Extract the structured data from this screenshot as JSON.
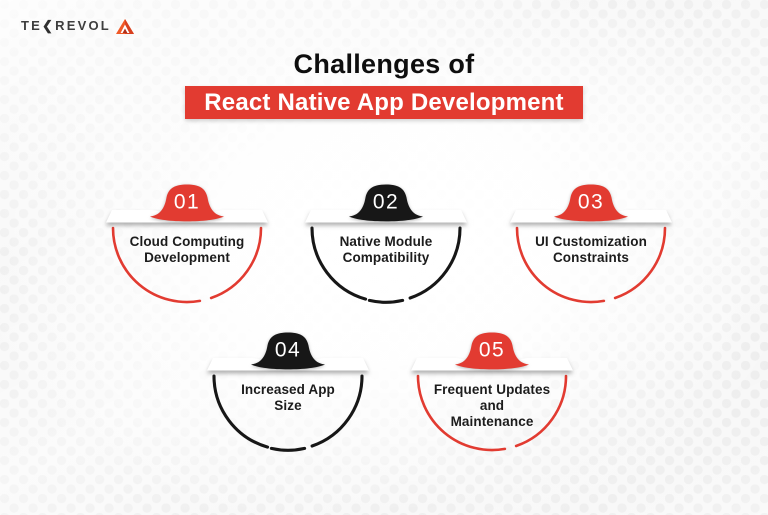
{
  "brand": {
    "logo_text_pre": "TE",
    "logo_k": "❮",
    "logo_text_post": "REVOL",
    "logo_icon": "tekrevol-triangle-icon",
    "logo_icon_color": "#f05a28"
  },
  "header": {
    "title": "Challenges of",
    "banner": "React Native App Development",
    "banner_color": "#e23b31",
    "title_color": "#0e0e0e"
  },
  "items": [
    {
      "number": "01",
      "color": "#e23b31",
      "lines": [
        "Cloud Computing",
        "Development"
      ]
    },
    {
      "number": "02",
      "color": "#171717",
      "lines": [
        "Native Module",
        "Compatibility"
      ]
    },
    {
      "number": "03",
      "color": "#e23b31",
      "lines": [
        "UI Customization",
        "Constraints"
      ]
    },
    {
      "number": "04",
      "color": "#171717",
      "lines": [
        "Increased App",
        "Size"
      ]
    },
    {
      "number": "05",
      "color": "#e23b31",
      "lines": [
        "Frequent Updates",
        "and",
        "Maintenance"
      ]
    }
  ]
}
